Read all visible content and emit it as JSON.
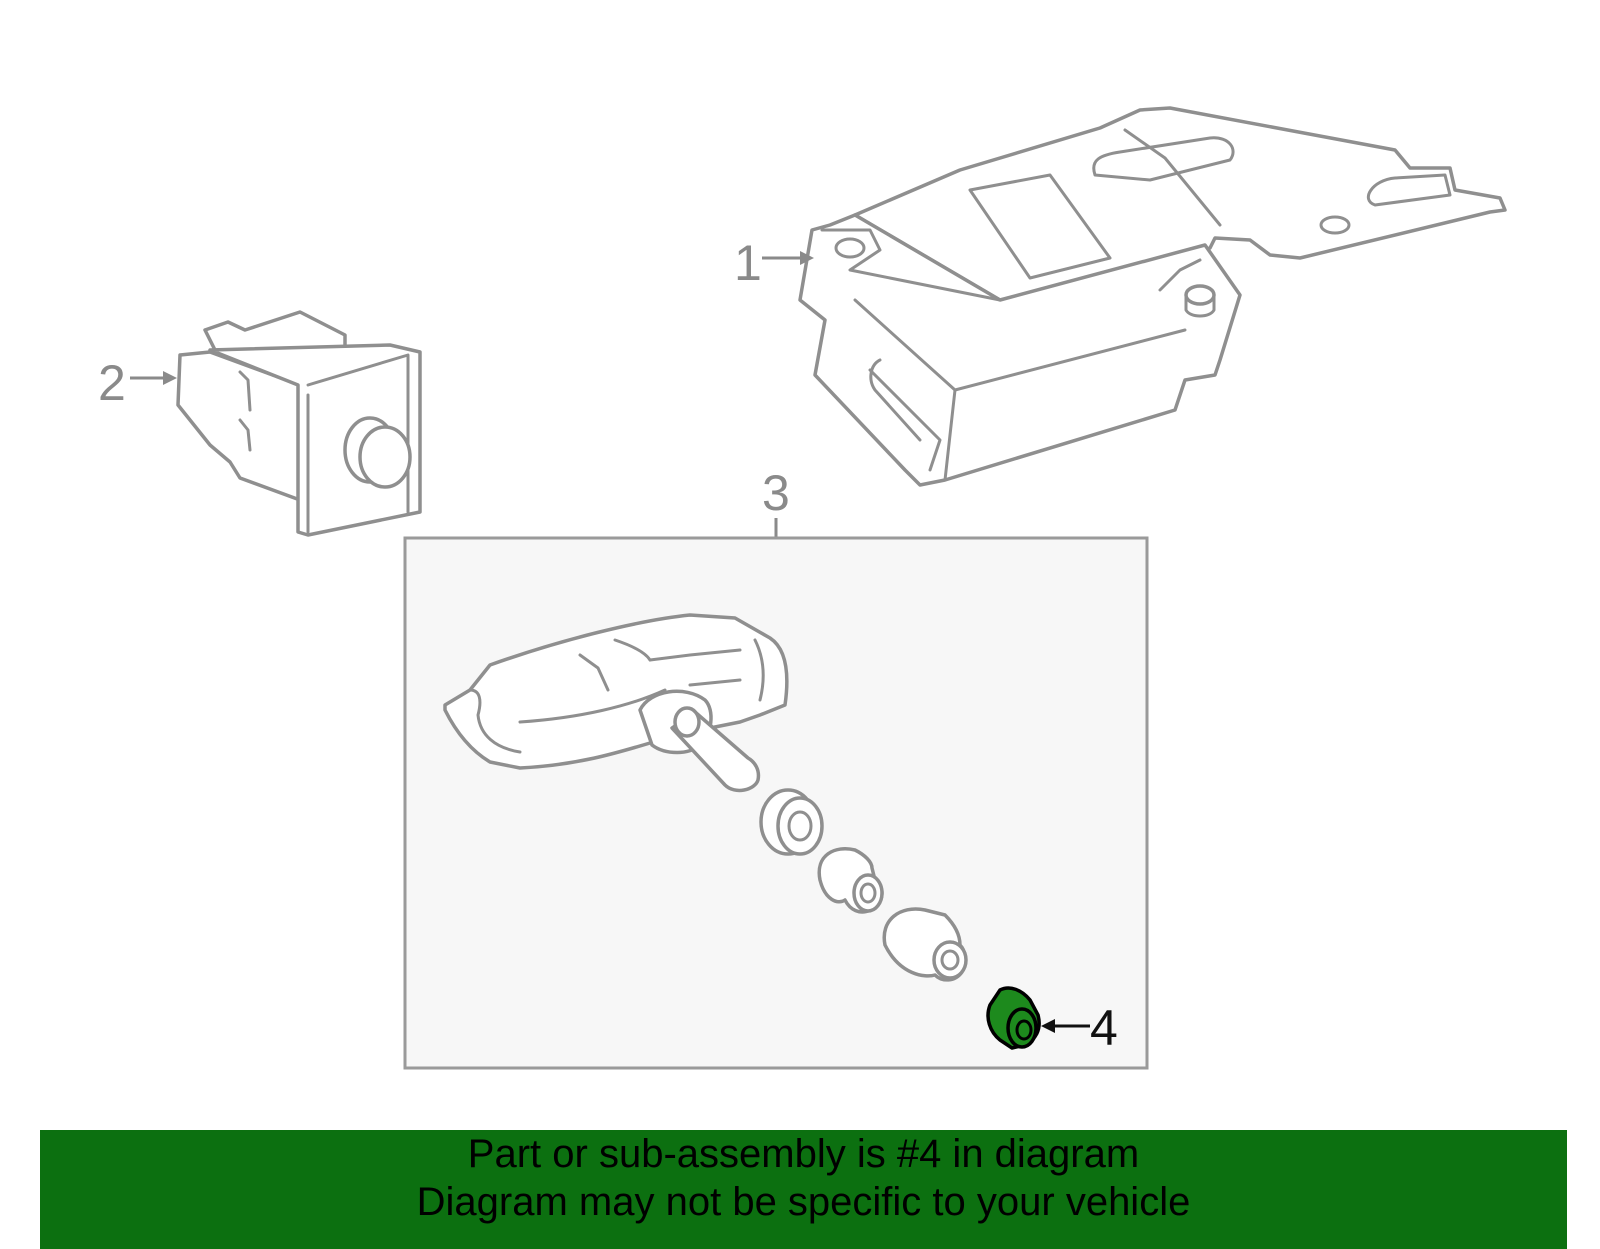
{
  "colors": {
    "banner_bg": "#0c7010",
    "highlight_part": "#1d8a1d",
    "line_gray": "#8f8f8f",
    "kit_box_bg": "#f7f7f7"
  },
  "callouts": {
    "part_1": "1",
    "part_2": "2",
    "part_3": "3",
    "part_4": "4"
  },
  "banner": {
    "line1": "Part or sub-assembly is #4 in diagram",
    "line2": "Diagram may not be specific to your vehicle"
  }
}
